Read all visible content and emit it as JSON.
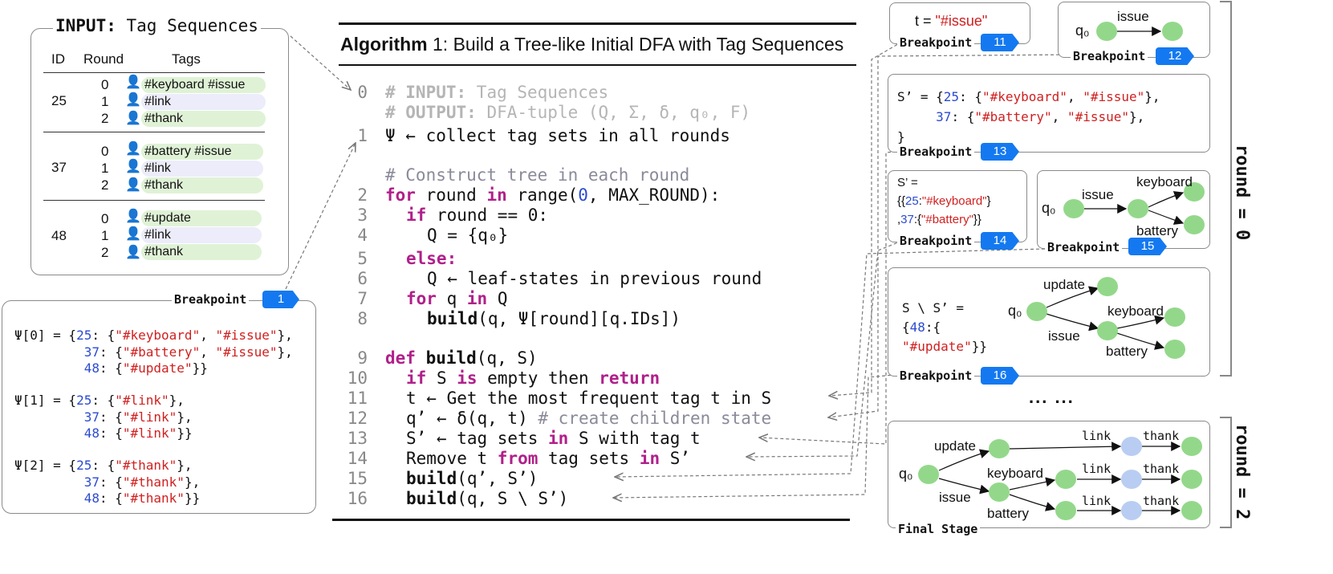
{
  "input_panel": {
    "title_bold": "INPUT:",
    "title_rest": " Tag Sequences",
    "headers": [
      "ID",
      "Round",
      "Tags"
    ],
    "groups": [
      {
        "id": "25",
        "rows": [
          {
            "round": "0",
            "tags": "#keyboard #issue",
            "kind": "user"
          },
          {
            "round": "1",
            "tags": "#link",
            "kind": "agent"
          },
          {
            "round": "2",
            "tags": "#thank",
            "kind": "user"
          }
        ]
      },
      {
        "id": "37",
        "rows": [
          {
            "round": "0",
            "tags": "#battery  #issue",
            "kind": "user"
          },
          {
            "round": "1",
            "tags": "#link",
            "kind": "agent"
          },
          {
            "round": "2",
            "tags": "#thank",
            "kind": "user"
          }
        ]
      },
      {
        "id": "48",
        "rows": [
          {
            "round": "0",
            "tags": "#update",
            "kind": "user"
          },
          {
            "round": "1",
            "tags": "#link",
            "kind": "agent"
          },
          {
            "round": "2",
            "tags": "#thank",
            "kind": "user"
          }
        ]
      }
    ]
  },
  "bp1": {
    "label": "Breakpoint",
    "num": "1",
    "psi0": {
      "head": "Ψ[0] = {",
      "l1_id": "25",
      "l1_a": "\"#keyboard\"",
      "l1_b": "\"#issue\"",
      "l2_id": "37",
      "l2_a": "\"#battery\"",
      "l2_b": "\"#issue\"",
      "l3_id": "48",
      "l3_a": "\"#update\""
    },
    "psi1": {
      "head": "Ψ[1] = {",
      "l1_id": "25",
      "l1_a": "\"#link\"",
      "l2_id": "37",
      "l2_a": "\"#link\"",
      "l3_id": "48",
      "l3_a": "\"#link\""
    },
    "psi2": {
      "head": "Ψ[2] = {",
      "l1_id": "25",
      "l1_a": "\"#thank\"",
      "l2_id": "37",
      "l2_a": "\"#thank\"",
      "l3_id": "48",
      "l3_a": "\"#thank\""
    }
  },
  "algorithm": {
    "title_bold": "Algorithm",
    "title_rest": " 1: Build a Tree-like Initial DFA with Tag Sequences",
    "line_numbers": [
      "0",
      "1",
      "2",
      "3",
      "4",
      "5",
      "6",
      "7",
      "8",
      "9",
      "10",
      "11",
      "12",
      "13",
      "14",
      "15",
      "16"
    ],
    "input_comment": "# INPUT:",
    "input_comment_rest": " Tag Sequences",
    "output_comment": "# OUTPUT:",
    "output_comment_rest": " DFA-tuple (Q, Σ, δ, q₀, F)",
    "l1": "Ψ ← collect tag sets in all rounds",
    "construct_comment": "# Construct tree in each round",
    "l2_kw": "for",
    "l2_a": " round ",
    "l2_in": "in",
    "l2_b": " range(",
    "l2_zero": "0",
    "l2_c": ", MAX_ROUND):",
    "l3_kw": "if",
    "l3_rest": " round == 0:",
    "l4": "Q = {q₀}",
    "l5_kw": "else:",
    "l6": "Q ← leaf-states in previous round",
    "l7_kw": "for",
    "l7_a": " q ",
    "l7_in": "in",
    "l7_b": " Q",
    "l8_fn": "build",
    "l8_rest": "(q, Ψ[round][q.IDs])",
    "l9_def": "def",
    "l9_fn": " build",
    "l9_rest": "(q, S)",
    "l10_kw": "if",
    "l10_a": " S ",
    "l10_is": "is",
    "l10_b": " empty then ",
    "l10_ret": "return",
    "l11": "t ← Get the most frequent tag t in S",
    "l12_a": "q’ ← δ(q, t) ",
    "l12_cmt": "# create children state",
    "l13_a": "S’ ← tag sets ",
    "l13_in": "in",
    "l13_b": " S with tag t",
    "l14_a": "Remove t ",
    "l14_from": "from",
    "l14_b": " tag sets ",
    "l14_in": "in",
    "l14_c": " S’",
    "l15_fn": "build",
    "l15_rest": "(q’, S’)",
    "l16_fn": "build",
    "l16_rest": "(q, S \\ S’)"
  },
  "bp11": {
    "label": "Breakpoint",
    "num": "11",
    "text_a": "t = ",
    "text_b": "\"#issue\""
  },
  "bp12": {
    "label": "Breakpoint",
    "num": "12",
    "q0": "q₀",
    "edge": "issue"
  },
  "bp13": {
    "label": "Breakpoint",
    "num": "13",
    "l1_a": "S’ = {",
    "l1_id": "25",
    "l1_b": ": {",
    "l1_c": "\"#keyboard\"",
    "l1_d": ", ",
    "l1_e": "\"#issue\"",
    "l1_f": "},",
    "l2_id": "37",
    "l2_b": ": {",
    "l2_c": "\"#battery\"",
    "l2_d": ", ",
    "l2_e": "\"#issue\"",
    "l2_f": "},",
    "l3": "}"
  },
  "bp14": {
    "label": "Breakpoint",
    "num": "14",
    "l1": "S’ =",
    "l2_a": "{{",
    "l2_id": "25",
    "l2_b": ":",
    "l2_c": "\"#keyboard\"",
    "l2_d": "}",
    "l3_a": ",",
    "l3_id": "37",
    "l3_b": ":{",
    "l3_c": "\"#battery\"",
    "l3_d": "}}"
  },
  "bp15": {
    "label": "Breakpoint",
    "num": "15",
    "q0": "q₀",
    "e1": "issue",
    "e2": "keyboard",
    "e3": "battery"
  },
  "bp16": {
    "label": "Breakpoint",
    "num": "16",
    "l1": "S \\ S’ =",
    "l2_a": "{",
    "l2_id": "48",
    "l2_b": ":{",
    "l3": "\"#update\"",
    "l3_b": "}}",
    "q0": "q₀",
    "e_update": "update",
    "e_keyboard": "keyboard",
    "e_issue": "issue",
    "e_battery": "battery"
  },
  "ellipsis": "... ...",
  "final": {
    "label": "Final Stage",
    "q0": "q₀",
    "update": "update",
    "keyboard": "keyboard",
    "issue": "issue",
    "battery": "battery",
    "link": "link",
    "thank": "thank"
  },
  "round0_label": "round = 0",
  "round2_label": "round = 2",
  "colors": {
    "state_green": "#93d88a",
    "state_blue": "#b9cdf2",
    "breakpoint_blue": "#1479f0",
    "string_red": "#d02020",
    "number_blue": "#2040d0",
    "keyword_magenta": "#b0208a"
  }
}
